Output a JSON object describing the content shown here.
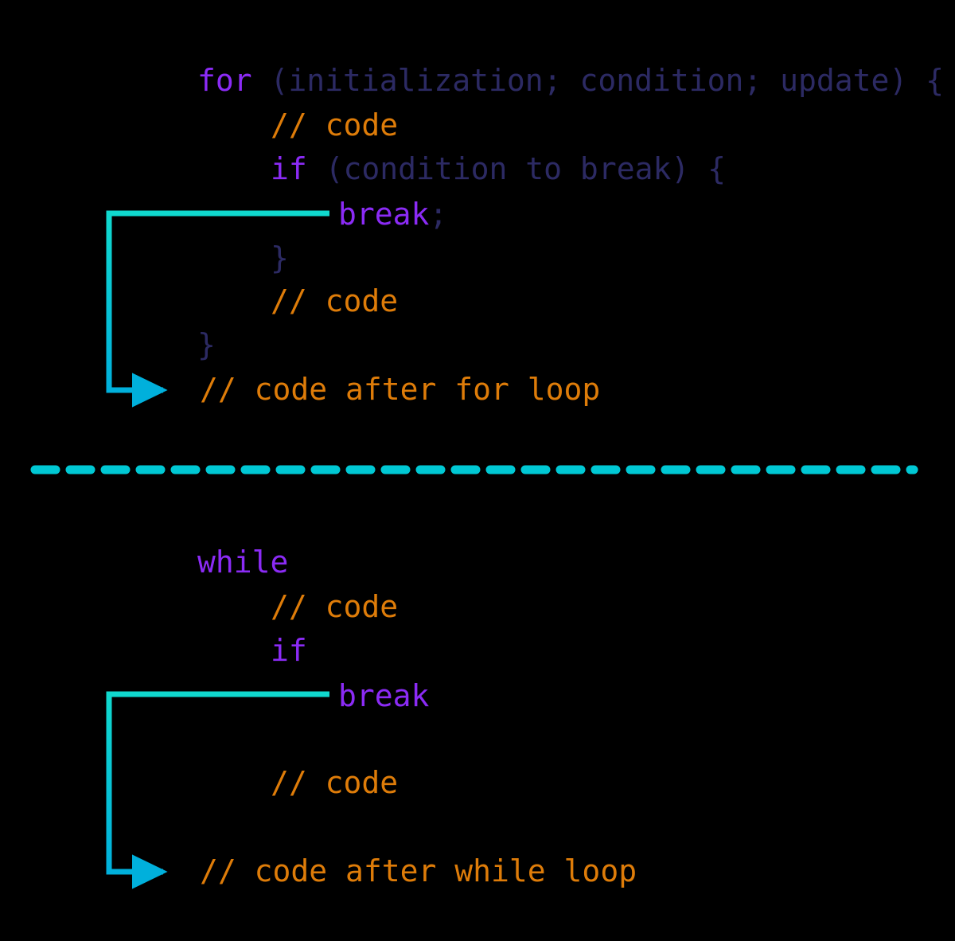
{
  "diagram": {
    "title": "break statement flow in for and while loops",
    "background_color": "#000000",
    "colors": {
      "keyword_purple": "#8B2BF5",
      "plain_navy": "#2C2A63",
      "comment_orange": "#DE7C09",
      "arrow_cyan_top": "#10D9CE",
      "arrow_cyan_bottom": "#00B0DC",
      "divider_cyan": "#00C8D4"
    }
  },
  "for_block": {
    "label": "for-loop-example",
    "lines": [
      {
        "id": "for-header",
        "indent": 0,
        "parts": [
          {
            "text": "for",
            "style": "kw"
          },
          {
            "text": " (initialization; condition; update) {",
            "style": "plain"
          }
        ]
      },
      {
        "id": "for-comment-1",
        "indent": 1,
        "parts": [
          {
            "text": "// code",
            "style": "comment"
          }
        ]
      },
      {
        "id": "for-if-header",
        "indent": 1,
        "parts": [
          {
            "text": "if",
            "style": "kw"
          },
          {
            "text": " (condition to break) {",
            "style": "plain"
          }
        ]
      },
      {
        "id": "for-break",
        "indent": 2,
        "parts": [
          {
            "text": "break",
            "style": "kw"
          },
          {
            "text": ";",
            "style": "plain"
          }
        ]
      },
      {
        "id": "for-if-close",
        "indent": 1,
        "parts": [
          {
            "text": "}",
            "style": "brace"
          }
        ]
      },
      {
        "id": "for-comment-2",
        "indent": 1,
        "parts": [
          {
            "text": "// code",
            "style": "comment"
          }
        ]
      },
      {
        "id": "for-close",
        "indent": 0,
        "parts": [
          {
            "text": "}",
            "style": "brace"
          }
        ]
      },
      {
        "id": "for-after",
        "indent": 0,
        "parts": [
          {
            "text": "// code after for loop",
            "style": "comment"
          }
        ]
      }
    ]
  },
  "while_block": {
    "label": "while-loop-example",
    "lines": [
      {
        "id": "while-header",
        "indent": 0,
        "parts": [
          {
            "text": "while",
            "style": "kw"
          }
        ]
      },
      {
        "id": "while-comment-1",
        "indent": 1,
        "parts": [
          {
            "text": "// code",
            "style": "comment"
          }
        ]
      },
      {
        "id": "while-if-header",
        "indent": 1,
        "parts": [
          {
            "text": "if",
            "style": "kw"
          }
        ]
      },
      {
        "id": "while-break",
        "indent": 2,
        "parts": [
          {
            "text": "break",
            "style": "kw"
          }
        ]
      },
      {
        "id": "while-comment-2",
        "indent": 1,
        "parts": [
          {
            "text": "// code",
            "style": "comment"
          }
        ]
      },
      {
        "id": "while-after",
        "indent": 0,
        "parts": [
          {
            "text": "// code after while loop",
            "style": "comment"
          }
        ]
      }
    ]
  },
  "annotations": {
    "for_arrow": {
      "name": "break-jump-arrow-for",
      "from_label": "break",
      "to_label": "// code after for loop"
    },
    "while_arrow": {
      "name": "break-jump-arrow-while",
      "from_label": "break",
      "to_label": "// code after while loop"
    },
    "divider": {
      "name": "section-divider",
      "style": "dashed"
    }
  }
}
